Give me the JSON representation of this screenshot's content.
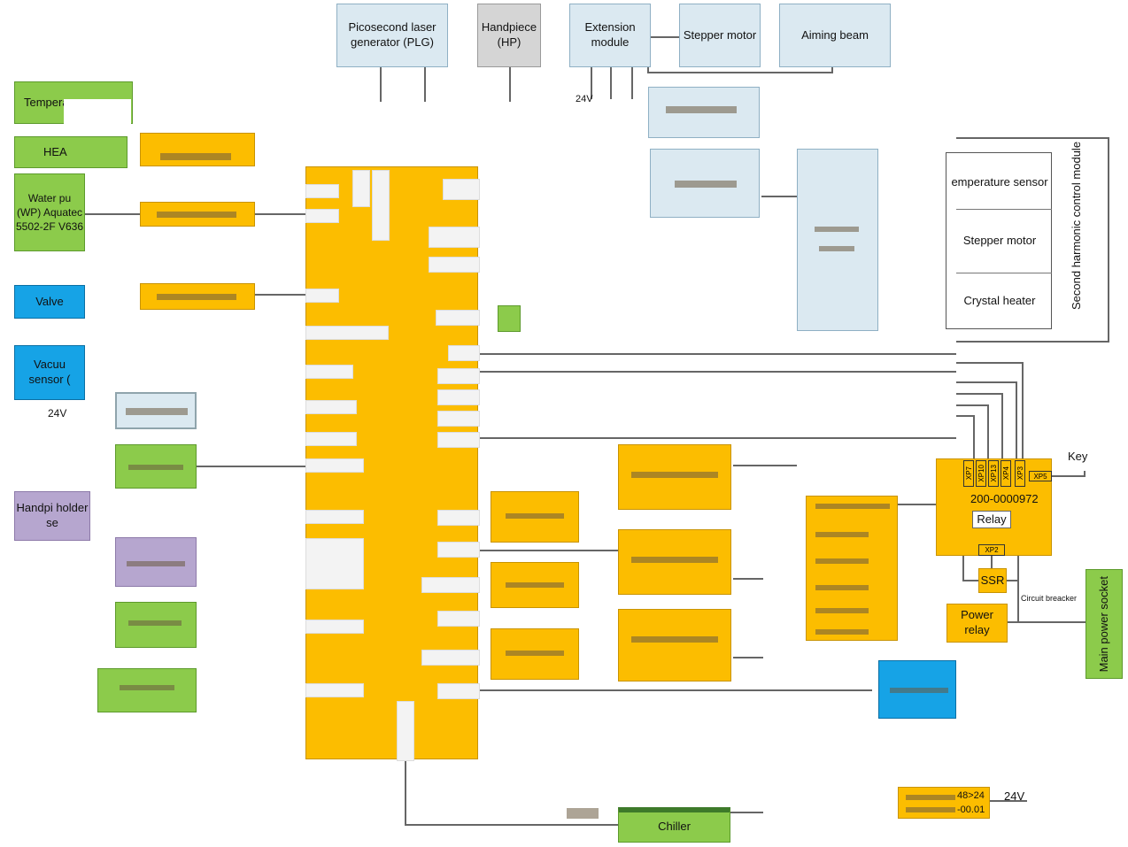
{
  "top": {
    "plg": "Picosecond laser generator (PLG)",
    "hp": "Handpiece (HP)",
    "ext": "Extension module",
    "stepper": "Stepper motor",
    "aiming": "Aiming beam",
    "v24": "24V"
  },
  "left": {
    "temp": "Tempera",
    "hea": "HEA",
    "wp": "Water pu (WP) Aquatec 5502-2F V636",
    "valve": "Valve",
    "vacuum": "Vacuu sensor (",
    "v24": "24V",
    "handpiece_holder": "Handpi holder se"
  },
  "shg": {
    "title": "Second harmonic control module",
    "temp_sensor": "emperature sensor",
    "stepper": "Stepper motor",
    "crystal": "Crystal heater"
  },
  "power": {
    "key": "Key",
    "board_id": "200-0000972",
    "relay": "Relay",
    "ssr": "SSR",
    "power_relay": "Power relay",
    "breaker": "Circuit breacker",
    "socket": "Main power socket",
    "xp7": "XP7",
    "xp10": "XP10",
    "xp13": "XP13",
    "xp4": "XP4",
    "xp3": "XP3",
    "xp5": "XP5",
    "xp2": "XP2"
  },
  "bottom": {
    "chiller": "Chiller",
    "conv1": "48>24",
    "conv2": "-00.01",
    "v24": "24V"
  },
  "colors": {
    "orange": "#fcbd00",
    "green": "#8ccb4b",
    "cyan": "#16a3e6",
    "purple": "#b6a6cf",
    "light_blue": "#dbe9f1",
    "gray": "#d5d5d5"
  }
}
